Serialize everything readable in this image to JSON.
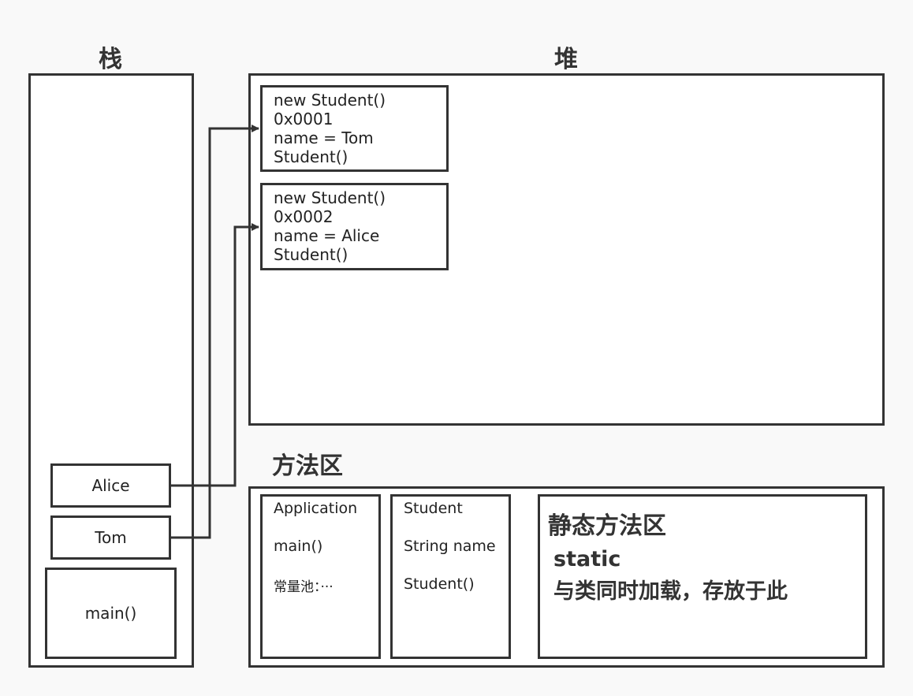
{
  "stack": {
    "title": "栈",
    "frames": {
      "alice": "Alice",
      "tom": "Tom",
      "main": "main()"
    }
  },
  "heap": {
    "title": "堆",
    "objects": [
      {
        "line1": "new Student() 0x0001",
        "line2": "name = Tom",
        "line3": "Student()"
      },
      {
        "line1": "new Student() 0x0002",
        "line2": "name = Alice",
        "line3": "Student()"
      }
    ]
  },
  "method_area": {
    "title": "方法区",
    "application": {
      "title": "Application",
      "main": "main()",
      "pool": "常量池：···"
    },
    "student": {
      "title": "Student",
      "field": "String name",
      "ctor": "Student()"
    },
    "static_area": {
      "title": "静态方法区",
      "keyword": "static",
      "desc": "与类同时加载，存放于此"
    }
  },
  "colors": {
    "border": "#333333",
    "background": "#f9f9f9",
    "box_fill": "#ffffff"
  }
}
